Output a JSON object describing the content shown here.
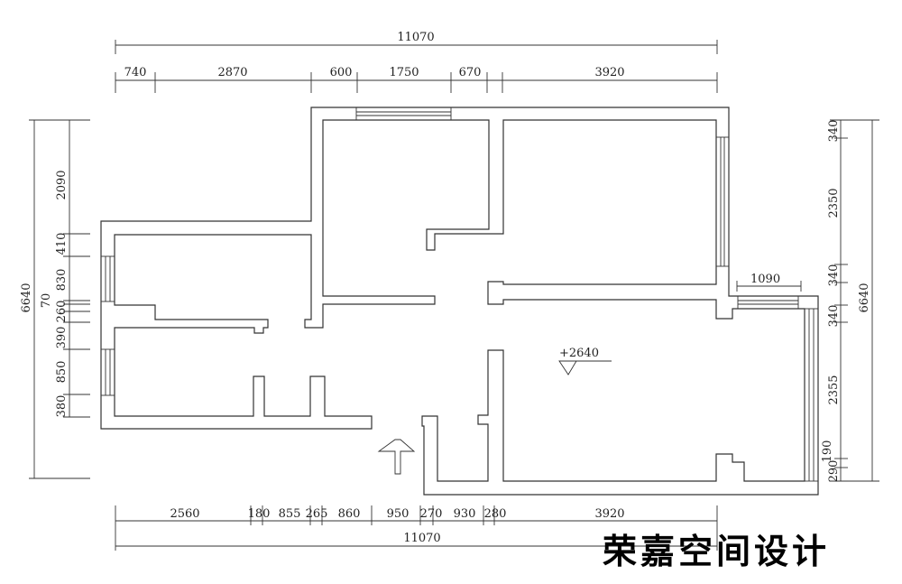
{
  "dimensions": {
    "top_total": "11070",
    "top_segments": [
      "740",
      "2870",
      "600",
      "1750",
      "670",
      "3920"
    ],
    "bottom_total": "11070",
    "bottom_segments": [
      "2560",
      "180",
      "855",
      "265",
      "860",
      "950",
      "270",
      "930",
      "280",
      "3920"
    ],
    "left_total": "6640",
    "left_segments": [
      "2090",
      "410",
      "830",
      "70",
      "260",
      "390",
      "850",
      "380"
    ],
    "right_total": "6640",
    "right_segments": [
      "340",
      "2350",
      "340",
      "340",
      "2355",
      "190",
      "290"
    ],
    "balcony_width": "1090"
  },
  "elevation_marker": "+2640",
  "entrance_icon": "up-arrow-icon",
  "logo": "荣嘉空间设计"
}
